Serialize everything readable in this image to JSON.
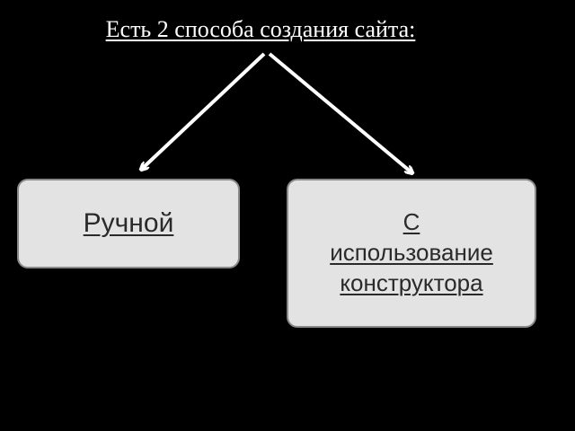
{
  "title": "Есть 2 способа создания сайта:",
  "boxes": {
    "manual": {
      "label": "Ручной"
    },
    "constructor": {
      "lines": [
        "С",
        "использование",
        "конструктора"
      ]
    }
  },
  "colors": {
    "background": "#000000",
    "title_text": "#ffffff",
    "arrow": "#ffffff",
    "box_fill": "#e3e3e3",
    "box_border": "#8a8a8a",
    "box_text": "#2a2a2a"
  }
}
